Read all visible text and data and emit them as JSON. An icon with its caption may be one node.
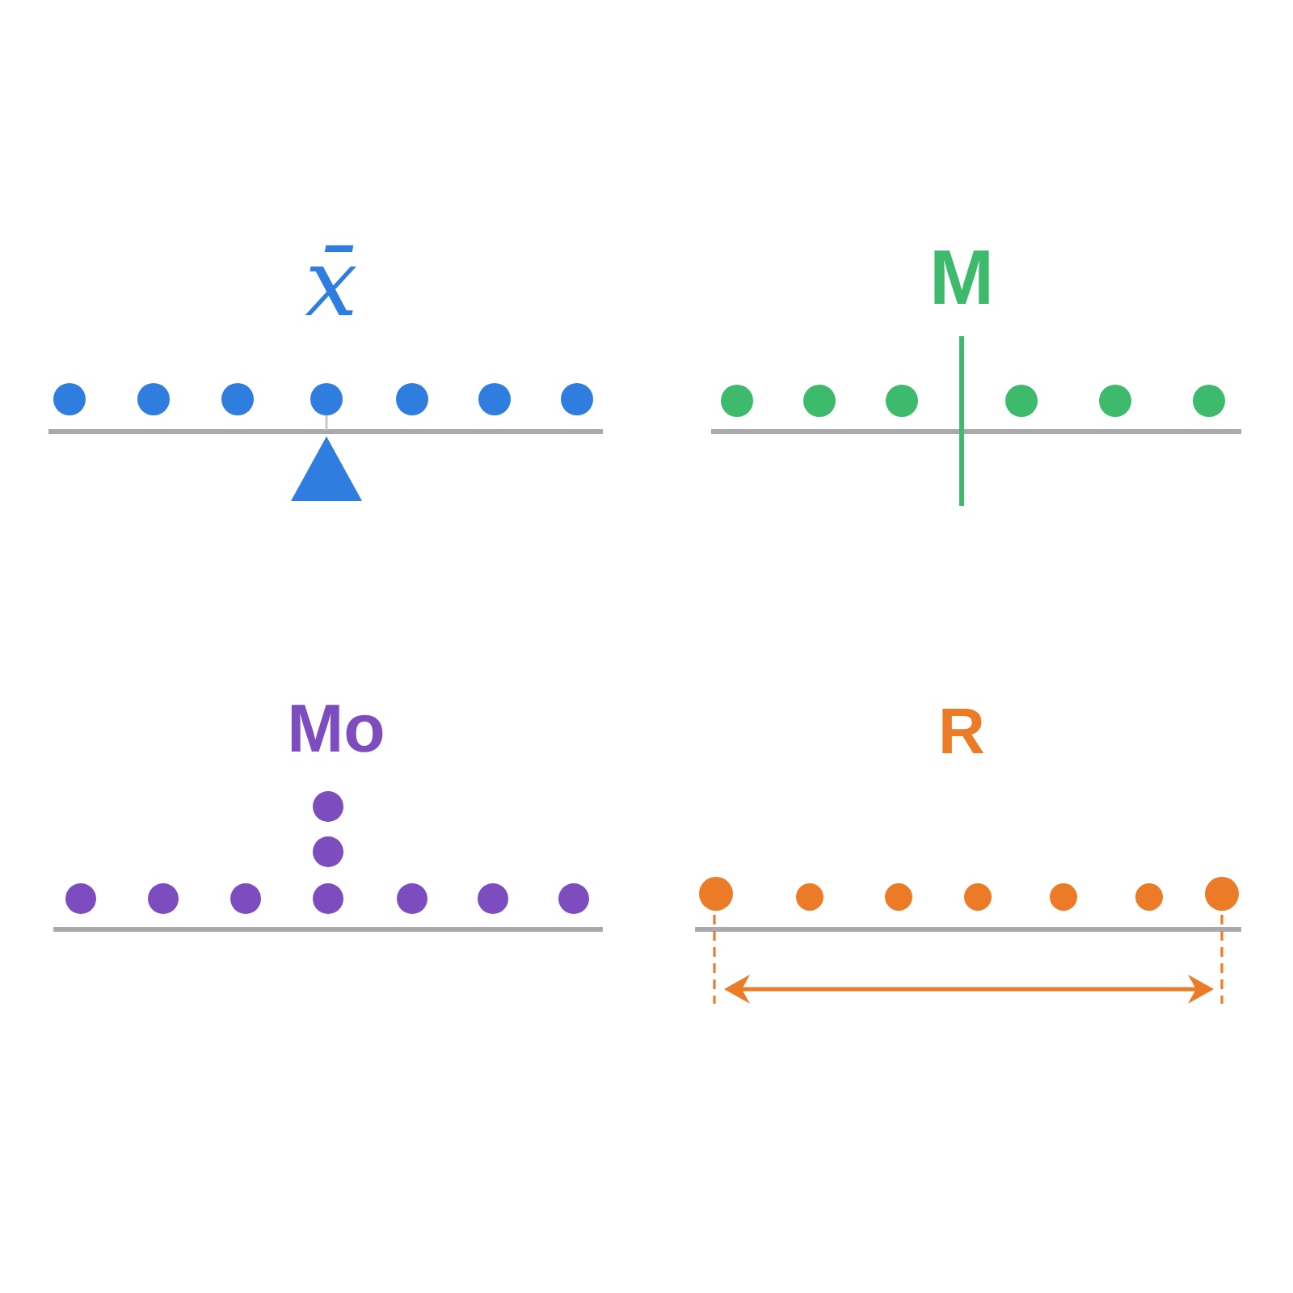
{
  "diagram": {
    "labels": [
      "x̄",
      "M",
      "Mo",
      "R"
    ]
  }
}
